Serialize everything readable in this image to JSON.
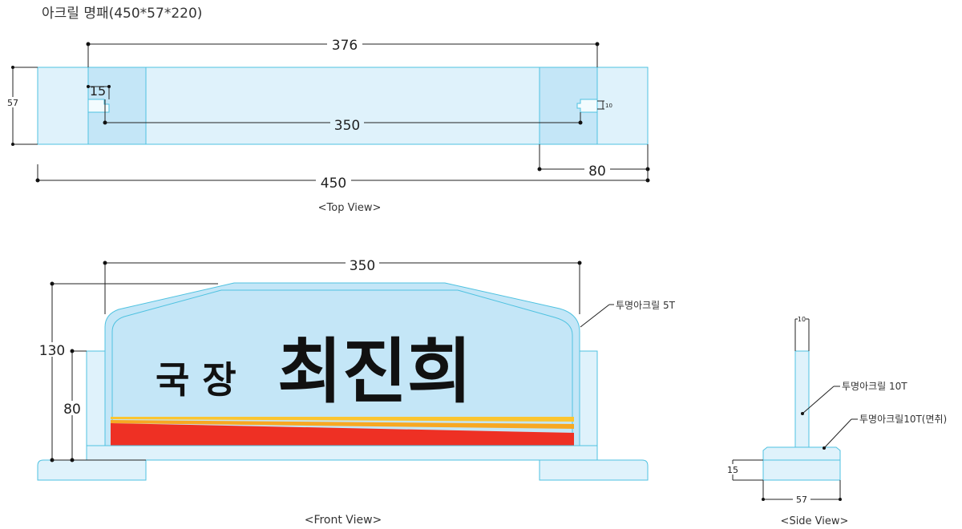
{
  "title": "아크릴 명패(450*57*220)",
  "top_view": {
    "caption": "<Top View>",
    "dims": {
      "overall": "376",
      "inner": "350",
      "length": "450",
      "end": "80",
      "height": "57",
      "slot": "15",
      "thick": "10"
    }
  },
  "front_view": {
    "caption": "<Front View>",
    "dims": {
      "width": "350",
      "total_h": "130",
      "leg_h": "80"
    },
    "callout": "투명아크릴 5T",
    "name_title": "국 장",
    "name": "최진희",
    "colors": {
      "acrylic": "#c6e8f8",
      "red": "#ee3024",
      "orange": "#f7a823",
      "yellow": "#fbc531",
      "edge": "#4fc2e0"
    }
  },
  "side_view": {
    "caption": "<Side View>",
    "dims": {
      "top": "10",
      "base_h": "15",
      "width": "57"
    },
    "callout1": "투명아크릴 10T",
    "callout2": "투명아크릴10T(면취)"
  }
}
